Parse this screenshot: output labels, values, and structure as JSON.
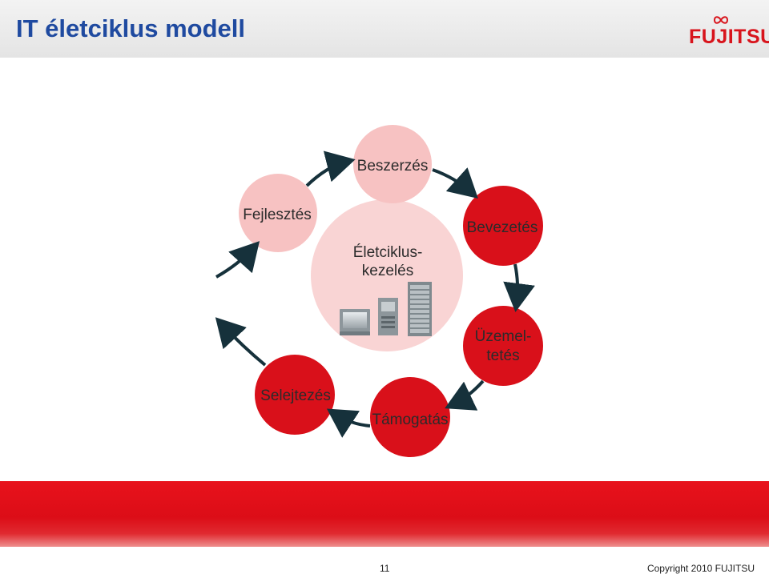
{
  "header": {
    "title": "IT életciklus modell",
    "logo_text": "FUJITSU"
  },
  "diagram": {
    "center": {
      "line1": "Életciklus-",
      "line2": "kezelés"
    },
    "nodes": [
      {
        "label": "Beszerzés",
        "color": "#f7c2c2"
      },
      {
        "label": "Bevezetés",
        "color": "#d9101a"
      },
      {
        "line1": "Üzemel-",
        "line2": "tetés",
        "color": "#d9101a"
      },
      {
        "label": "Támogatás",
        "color": "#d9101a"
      },
      {
        "label": "Selejtezés",
        "color": "#d9101a"
      },
      {
        "label": "Fejlesztés",
        "color": "#f7c2c2"
      }
    ],
    "icons": [
      "monitor-icon",
      "tower-server-icon",
      "rack-server-icon"
    ],
    "arrow_color": "#16313b"
  },
  "footer": {
    "page_number": "11",
    "copyright": "Copyright 2010 FUJITSU"
  },
  "colors": {
    "title": "#1f4aa0",
    "brand_red": "#d8141c",
    "center_circle": "#f9d4d4"
  }
}
